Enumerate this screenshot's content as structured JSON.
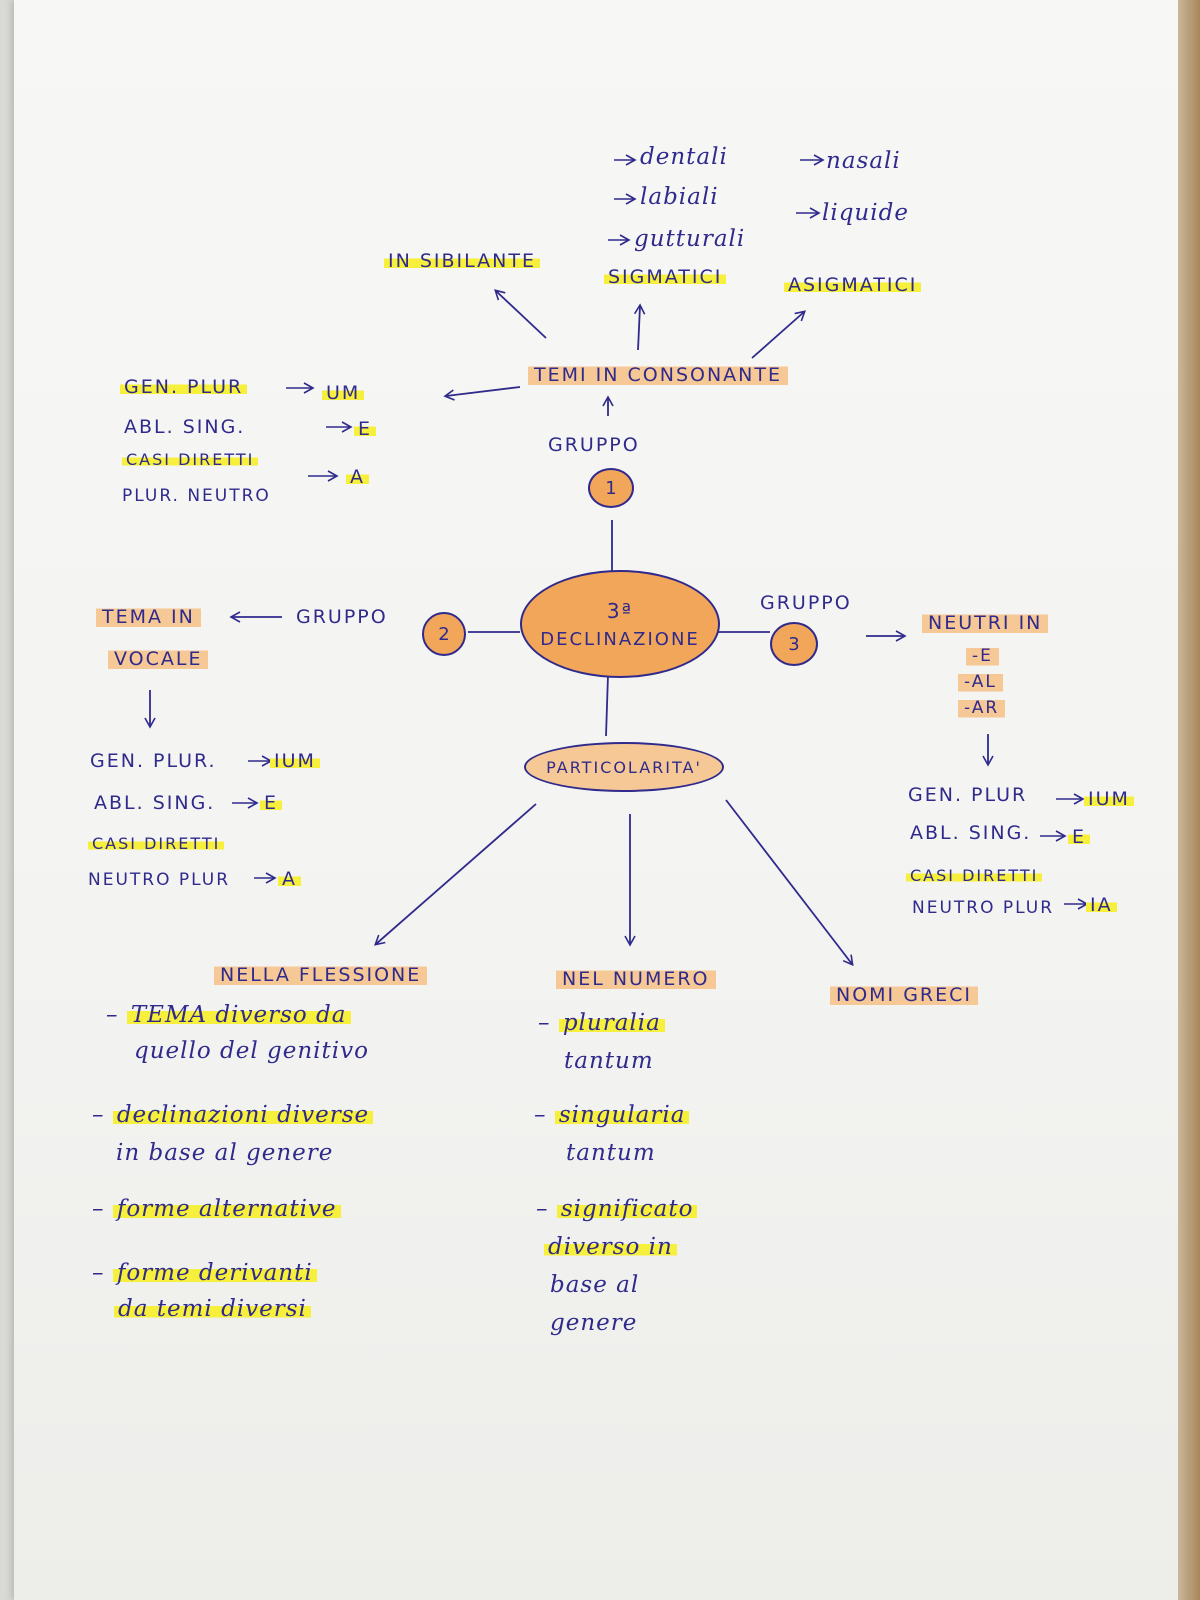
{
  "center": {
    "line1": "3ª",
    "line2": "DECLINAZIONE"
  },
  "group1": {
    "number": "1",
    "label": "GRUPPO",
    "title": "TEMI IN CONSONANTE",
    "sibilante": "IN SIBILANTE",
    "sigmatici": "SIGMATICI",
    "asigmatici": "ASIGMATICI",
    "sig_items": [
      "dentali",
      "labiali",
      "gutturali"
    ],
    "asig_items": [
      "nasali",
      "liquide"
    ],
    "rules": [
      "GEN. PLUR",
      "UM",
      "ABL. SING.",
      "E",
      "CASI DIRETTI",
      "PLUR. NEUTRO",
      "A"
    ]
  },
  "group2": {
    "number": "2",
    "label": "GRUPPO",
    "title_line1": "TEMA IN",
    "title_line2": "VOCALE",
    "rules": [
      "GEN. PLUR.",
      "IUM",
      "ABL. SING.",
      "E",
      "CASI DIRETTI",
      "NEUTRO PLUR",
      "A"
    ]
  },
  "group3": {
    "number": "3",
    "label": "GRUPPO",
    "title": "NEUTRI IN",
    "endings": [
      "-E",
      "-AL",
      "-AR"
    ],
    "rules": [
      "GEN. PLUR",
      "IUM",
      "ABL. SING.",
      "E",
      "CASI DIRETTI",
      "NEUTRO PLUR",
      "IA"
    ]
  },
  "particolarita": {
    "title": "PARTICOLARITA'",
    "flessione": {
      "title": "NELLA FLESSIONE",
      "items": [
        [
          "TEMA diverso da",
          "quello del genitivo"
        ],
        [
          "declinazioni diverse",
          "in base al genere"
        ],
        [
          "forme alternative"
        ],
        [
          "forme derivanti",
          "da temi diversi"
        ]
      ]
    },
    "numero": {
      "title": "NEL NUMERO",
      "items": [
        [
          "pluralia",
          "tantum"
        ],
        [
          "singularia",
          "tantum"
        ],
        [
          "significato",
          "diverso in",
          "base al",
          "genere"
        ]
      ]
    },
    "greci": {
      "title": "NOMI GRECI"
    }
  },
  "colors": {
    "ink": "#2f2a8c",
    "yellow": "#f6ef3c",
    "orange": "#f2a65a",
    "orange_light": "#f6c896"
  }
}
